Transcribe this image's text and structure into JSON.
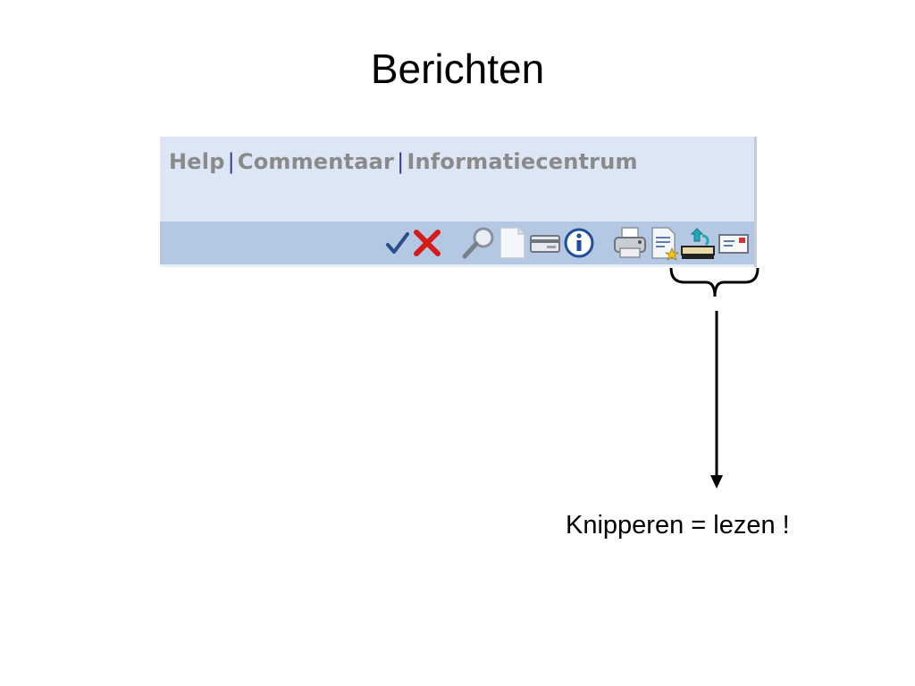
{
  "slide": {
    "title": "Berichten"
  },
  "toolbar": {
    "links": [
      {
        "label": "Help"
      },
      {
        "label": "Commentaar"
      },
      {
        "label": "Informatiecentrum"
      }
    ],
    "separator": "|",
    "icons": [
      "checkmark-icon",
      "cancel-x-icon",
      "search-magnifier-icon",
      "blank-document-icon",
      "card-icon",
      "info-icon",
      "printer-icon",
      "document-star-icon",
      "messages-inbox-icon",
      "envelope-icon"
    ]
  },
  "annotation": {
    "text": "Knipperen = lezen !"
  },
  "colors": {
    "toolbar_bg": "#dce6f4",
    "icon_strip_bg": "#b4c8e4",
    "link_text": "#8a8a8a",
    "separator": "#3a3a8c",
    "cancel_red": "#d41c1c",
    "check_blue": "#2a4f8a"
  }
}
